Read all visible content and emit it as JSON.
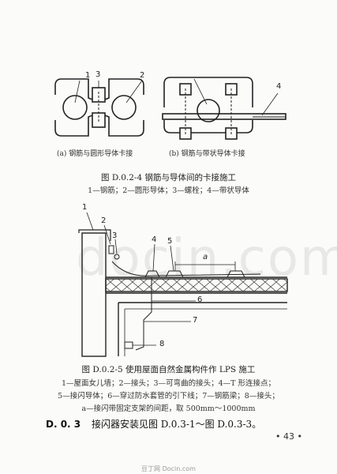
{
  "figure_top": {
    "callouts": [
      "1",
      "3",
      "2",
      "4"
    ],
    "sub_a": "(a) 钢筋与圆形导体卡接",
    "sub_b": "(b) 钢筋与带状导体卡接",
    "caption": "图 D.0.2-4   钢筋与导体间的卡接施工",
    "legend": "1—钢筋；2—圆形导体；3—螺栓；4—带状导体"
  },
  "figure_bottom": {
    "callouts": [
      "1",
      "2",
      "3",
      "4",
      "5",
      "a",
      "6",
      "7",
      "8"
    ],
    "caption": "图 D.0.2-5   使用屋面自然金属构件作 LPS 施工",
    "legend_lines": [
      "1—屋面女儿墙；2—接头；3—可弯曲的接头；4—T 形连接点；",
      "5—接闪导体；6—穿过防水套管的引下线；7—钢筋梁；8—接头；",
      "a—接闪带固定支架的间距，取 500mm～1000mm"
    ]
  },
  "section": {
    "number": "D. 0. 3",
    "text": "接闪器安装见图 D.0.3-1～图 D.0.3-3。"
  },
  "page_number": "• 43 •",
  "watermark": "docin.com",
  "footer": "豆丁网 Docin.com"
}
